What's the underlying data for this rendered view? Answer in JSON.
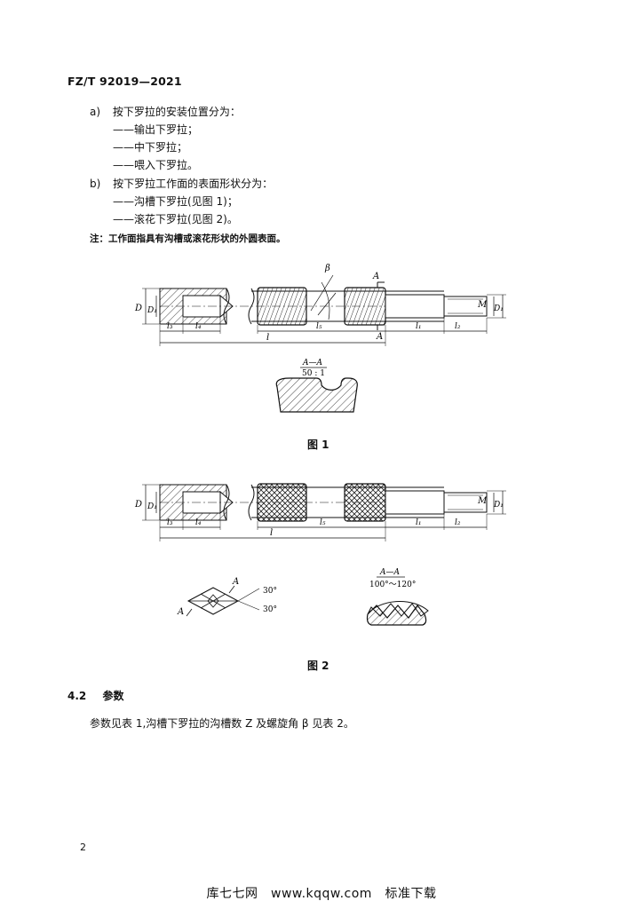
{
  "header": {
    "standard": "FZ/T 92019—2021"
  },
  "list": {
    "a": {
      "marker": "a)",
      "text": "按下罗拉的安装位置分为："
    },
    "a_items": [
      "——输出下罗拉；",
      "——中下罗拉；",
      "——喂入下罗拉。"
    ],
    "b": {
      "marker": "b)",
      "text": "按下罗拉工作面的表面形状分为："
    },
    "b_items": [
      "——沟槽下罗拉(见图 1)；",
      "——滚花下罗拉(见图 2)。"
    ]
  },
  "note": "注：工作面指具有沟槽或滚花形状的外圆表面。",
  "figure1": {
    "caption": "图 1",
    "labels": {
      "D": "D",
      "D1": "D₁",
      "M": "M",
      "D2": "D₁",
      "beta": "β",
      "A_top": "A",
      "A_bottom": "A",
      "l3": "l₃",
      "l4": "l₄",
      "l5": "l₅",
      "l1": "l₁",
      "l2": "l₂",
      "l": "l"
    },
    "section": {
      "title": "A—A",
      "scale": "50 : 1"
    }
  },
  "figure2": {
    "caption": "图 2",
    "labels": {
      "D": "D",
      "D1": "D₁",
      "M": "M",
      "D2": "D₁",
      "l3": "l₃",
      "l4": "l₄",
      "l5": "l₅",
      "l1": "l₁",
      "l2": "l₂",
      "l": "l"
    },
    "detail": {
      "A1": "A",
      "A2": "A",
      "angle1": "30°",
      "angle2": "30°"
    },
    "section": {
      "title": "A—A",
      "angle": "100°～120°"
    }
  },
  "section": {
    "number": "4.2",
    "title": "参数"
  },
  "paragraph": "参数见表 1,沟槽下罗拉的沟槽数 Z 及螺旋角 β 见表 2。",
  "page_number": "2",
  "footer": "库七七网　www.kqqw.com　标准下载"
}
